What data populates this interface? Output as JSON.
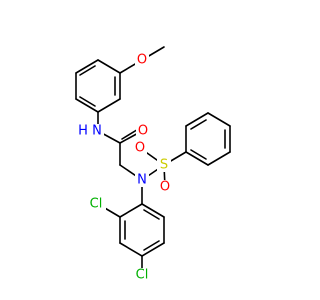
{
  "molecule": {
    "atoms": [
      {
        "id": "N_amide",
        "label": "N",
        "color": "#0000ff"
      },
      {
        "id": "H_amide",
        "label": "H",
        "color": "#0000ff"
      },
      {
        "id": "O_carbonyl",
        "label": "O",
        "color": "#ff0000"
      },
      {
        "id": "O_methoxy",
        "label": "O",
        "color": "#ff0000"
      },
      {
        "id": "N_sulfonamide",
        "label": "N",
        "color": "#0000ff"
      },
      {
        "id": "S_sulfonyl",
        "label": "S",
        "color": "#cccc00"
      },
      {
        "id": "O_sulfonyl_1",
        "label": "O",
        "color": "#ff0000"
      },
      {
        "id": "O_sulfonyl_2",
        "label": "O",
        "color": "#ff0000"
      },
      {
        "id": "Cl_ortho",
        "label": "Cl",
        "color": "#00b000"
      },
      {
        "id": "Cl_para",
        "label": "Cl",
        "color": "#00b000"
      }
    ],
    "bond_color": "#000000"
  }
}
